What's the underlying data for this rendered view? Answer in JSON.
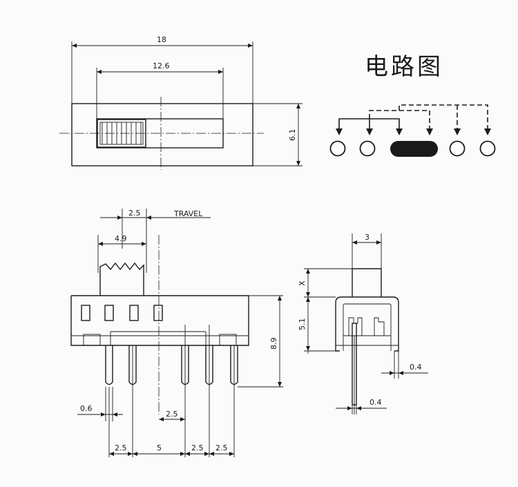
{
  "title": "电路图",
  "top_view": {
    "overall_length": "18",
    "slot_length": "12.6",
    "height": "6.1"
  },
  "front_view": {
    "travel": "2.5",
    "travel_label": "TRAVEL",
    "actuator_width": "4.9",
    "overall_height": "8.9",
    "pin_width": "0.6",
    "pin_offset": "2.5",
    "pitch_1": "2.5",
    "pitch_2": "5",
    "pitch_3": "2.5",
    "pitch_4": "2.5"
  },
  "side_view": {
    "actuator_width": "3",
    "actuator_height": "X",
    "body_height": "5.1",
    "pin_thickness_1": "0.4",
    "pin_thickness_2": "0.4"
  }
}
